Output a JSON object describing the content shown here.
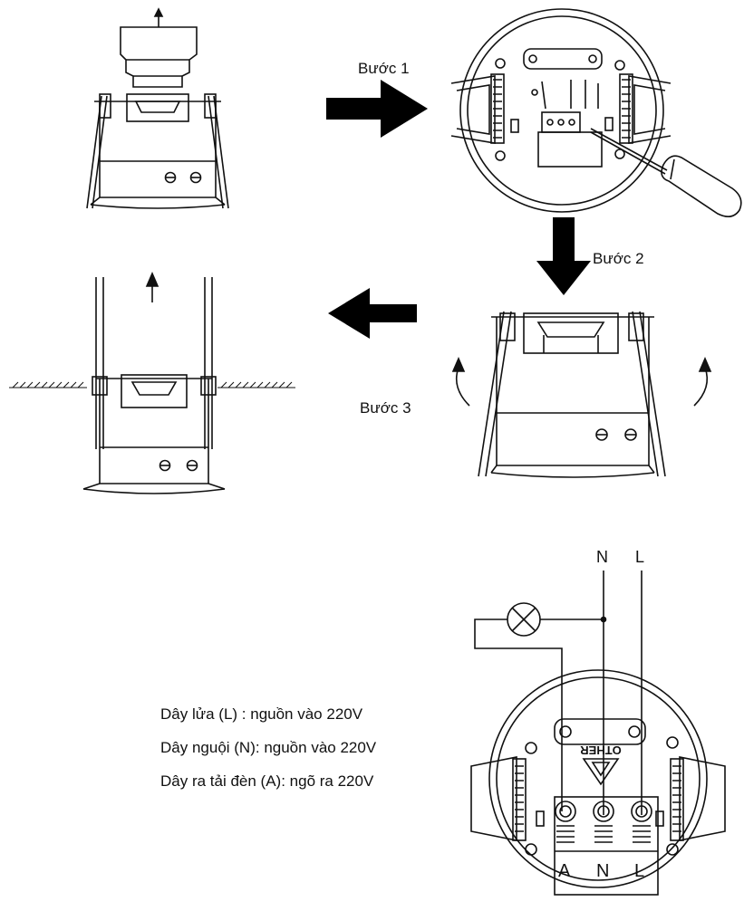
{
  "steps": {
    "step1": "Bước 1",
    "step2": "Bước 2",
    "step3": "Bước 3"
  },
  "wiring": {
    "line_n": "N",
    "line_l": "L",
    "terminal_a": "A",
    "terminal_n": "N",
    "terminal_l": "L",
    "plate_text": "OTHER"
  },
  "legend": {
    "live": "Dây lửa (L) : nguồn vào 220V",
    "neutral": "Dây nguội (N): nguồn vào 220V",
    "load": "Dây ra tải đèn (A): ngõ ra 220V"
  },
  "colors": {
    "ink": "#111111",
    "arrow": "#000000",
    "background": "#ffffff"
  }
}
